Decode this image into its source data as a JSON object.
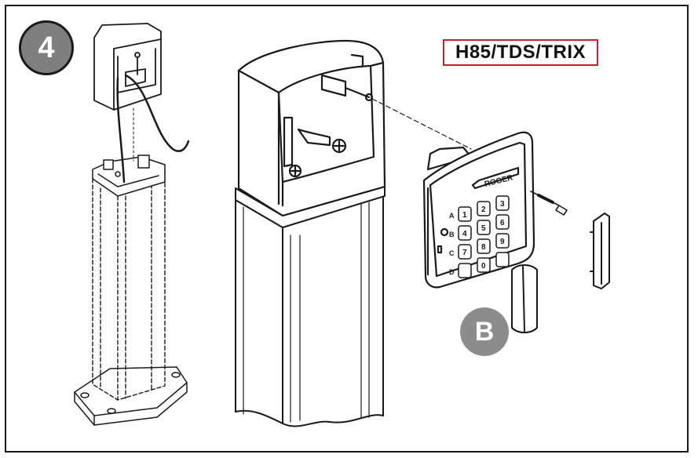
{
  "step": {
    "number": "4"
  },
  "model": {
    "label": "H85/TDS/TRIX"
  },
  "part": {
    "label": "B"
  },
  "keypad": {
    "brand": "ROGER",
    "row_labels": [
      "A",
      "B",
      "C",
      "D"
    ],
    "keys": [
      [
        "1",
        "2",
        "3"
      ],
      [
        "4",
        "5",
        "6"
      ],
      [
        "7",
        "8",
        "9"
      ],
      [
        "",
        "0",
        ""
      ]
    ]
  },
  "colors": {
    "badge": "#7f7f7f",
    "model_border": "#c8202a",
    "line": "#1a1a1a"
  }
}
